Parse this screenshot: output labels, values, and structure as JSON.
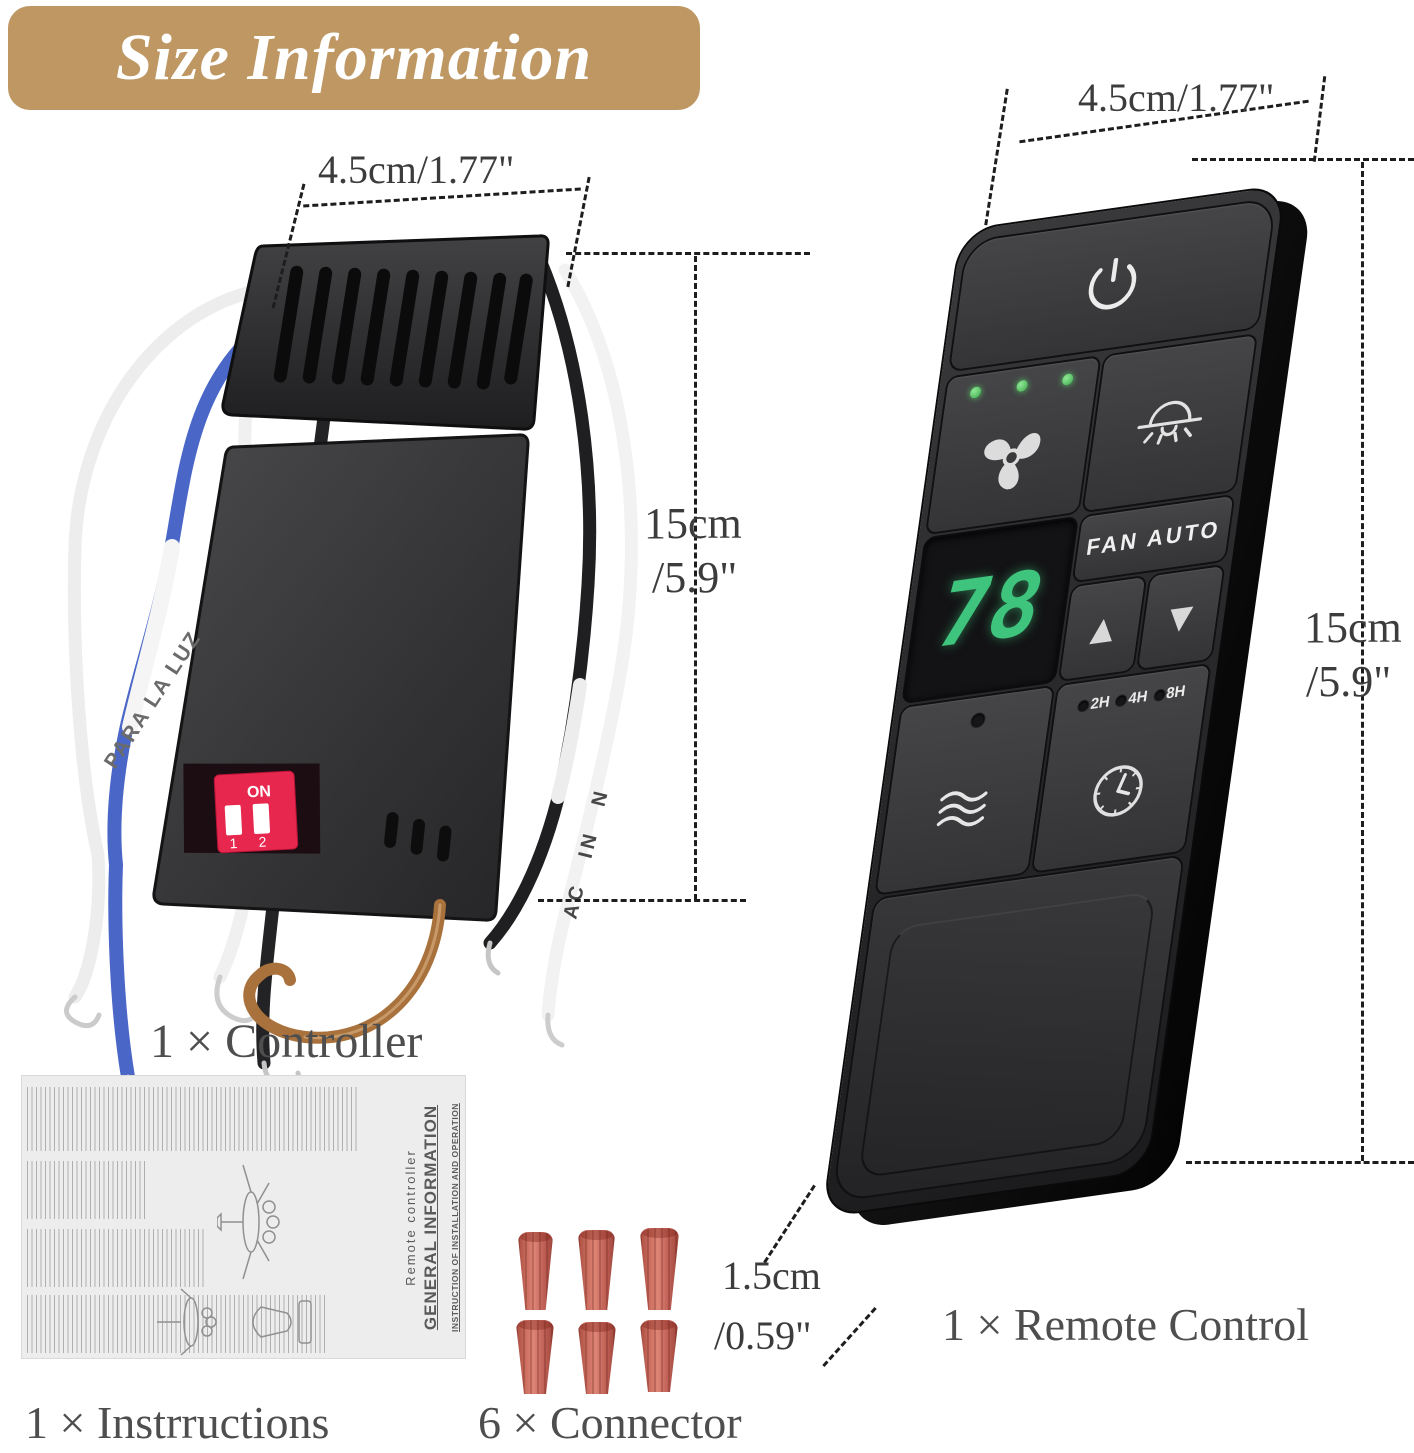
{
  "title": {
    "text": "Size Information",
    "bg_color": "#BE9763",
    "text_color": "#ffffff"
  },
  "controller": {
    "caption": "1 × Controller",
    "width_label": "4.5cm/1.77\"",
    "height_label_line1": "15cm",
    "height_label_line2": "/5.9\"",
    "dip_on": "ON",
    "dip_1": "1",
    "dip_2": "2",
    "wire_label_light": "PARA LA LUZ",
    "wire_label_ac": "AC IN N"
  },
  "remote": {
    "caption": "1 × Remote Control",
    "width_label": "4.5cm/1.77\"",
    "height_label_line1": "15cm",
    "height_label_line2": "/5.9\"",
    "depth_label_line1": "1.5cm",
    "depth_label_line2": "/0.59\"",
    "display_value": "78",
    "fan_auto_label": "FAN AUTO",
    "timers": [
      "2H",
      "4H",
      "8H"
    ],
    "led_count": 3,
    "display_color": "#3ec47c"
  },
  "instructions": {
    "caption": "1 × Instrructions",
    "sheet_title1": "Remote  controller",
    "sheet_title2": "GENERAL  INFORMATION",
    "sheet_title3": "INSTRUCTION OF INSTALLATION AND OPERATION"
  },
  "connectors": {
    "caption": "6 × Connector",
    "count": 6,
    "color": "#c4685c"
  }
}
